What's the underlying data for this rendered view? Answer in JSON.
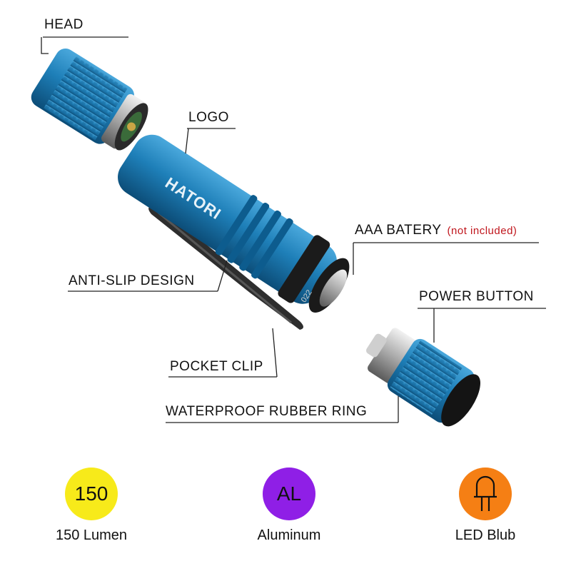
{
  "callouts": {
    "head": "HEAD",
    "logo": "LOGO",
    "battery": "AAA BATERY",
    "battery_note": "(not included)",
    "anti_slip": "ANTI-SLIP DESIGN",
    "power_button": "POWER BUTTON",
    "pocket_clip": "POCKET CLIP",
    "rubber_ring": "WATERPROOF RUBBER RING"
  },
  "product": {
    "brand_logo": "HATORI",
    "battery_print": "022",
    "body_color": "#1e7fb8"
  },
  "features": [
    {
      "badge": "150",
      "label": "150 Lumen",
      "color": "#f7ea1a"
    },
    {
      "badge": "AL",
      "label": "Aluminum",
      "color": "#8f1fe6"
    },
    {
      "badge": "",
      "label": "LED Blub",
      "color": "#f57f14",
      "icon": "led-bulb-icon"
    }
  ]
}
